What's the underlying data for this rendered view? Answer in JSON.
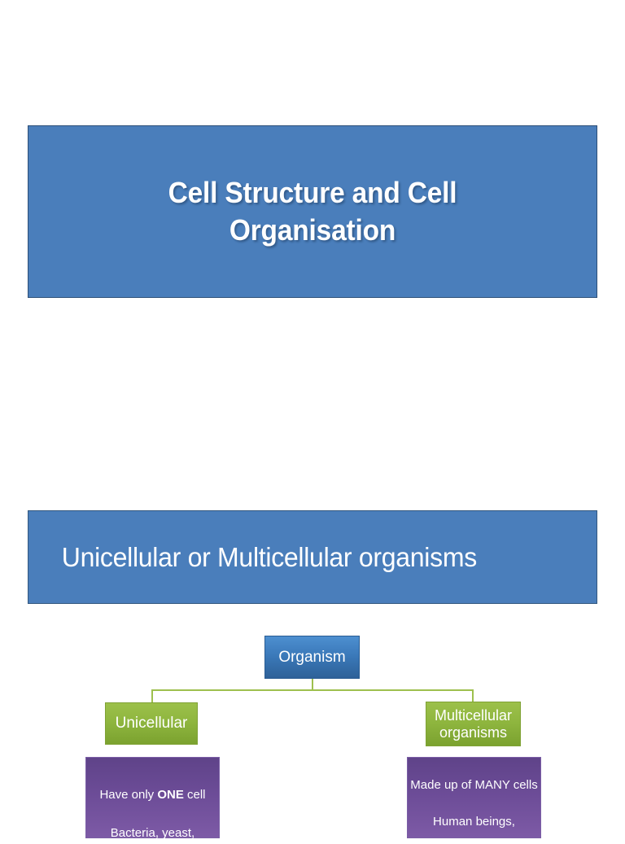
{
  "slide": {
    "background_color": "#ffffff",
    "title_banner": {
      "text": "Cell Structure and Cell Organisation",
      "background_color": "#4a7ebb",
      "text_color": "#ffffff"
    },
    "section_banner": {
      "text": "Unicellular or Multicellular organisms",
      "background_color": "#4a7ebb",
      "text_color": "#ffffff"
    }
  },
  "chart_data": {
    "type": "diagram",
    "title": "Unicellular or Multicellular organisms",
    "layout": "hierarchy",
    "colors": {
      "root": "#3a78b8",
      "branch": "#8fb63f",
      "detail": "#6c4c97",
      "connector": "#9ec04e"
    },
    "nodes": [
      {
        "id": "organism",
        "label": "Organism",
        "level": 0,
        "color": "#3a78b8"
      },
      {
        "id": "unicellular",
        "label": "Unicellular",
        "level": 1,
        "parent": "organism",
        "color": "#8fb63f"
      },
      {
        "id": "multicellular",
        "label": "Multicellular organisms",
        "level": 1,
        "parent": "organism",
        "color": "#8fb63f"
      },
      {
        "id": "unicellular-detail",
        "level": 2,
        "parent": "unicellular",
        "color": "#6c4c97",
        "lines": [
          {
            "pre": "Have only ",
            "bold": "ONE",
            "post": " cell"
          },
          {
            "pre": "Bacteria, yeast,",
            "bold": "",
            "post": ""
          }
        ]
      },
      {
        "id": "multicellular-detail",
        "level": 2,
        "parent": "multicellular",
        "color": "#6c4c97",
        "lines": [
          {
            "pre": "Made up of MANY cells",
            "bold": "",
            "post": ""
          },
          {
            "pre": "Human beings,",
            "bold": "",
            "post": ""
          }
        ]
      }
    ]
  },
  "orgchart": {
    "root_label": "Organism",
    "unicellular_label": "Unicellular",
    "multicellular_label": "Multicellular organisms",
    "unicellular_detail": {
      "line1_pre": "Have only ",
      "line1_bold": "ONE",
      "line1_post": " cell",
      "line2": "Bacteria, yeast,"
    },
    "multicellular_detail": {
      "line1": "Made up of MANY cells",
      "line2": "Human beings,"
    }
  }
}
